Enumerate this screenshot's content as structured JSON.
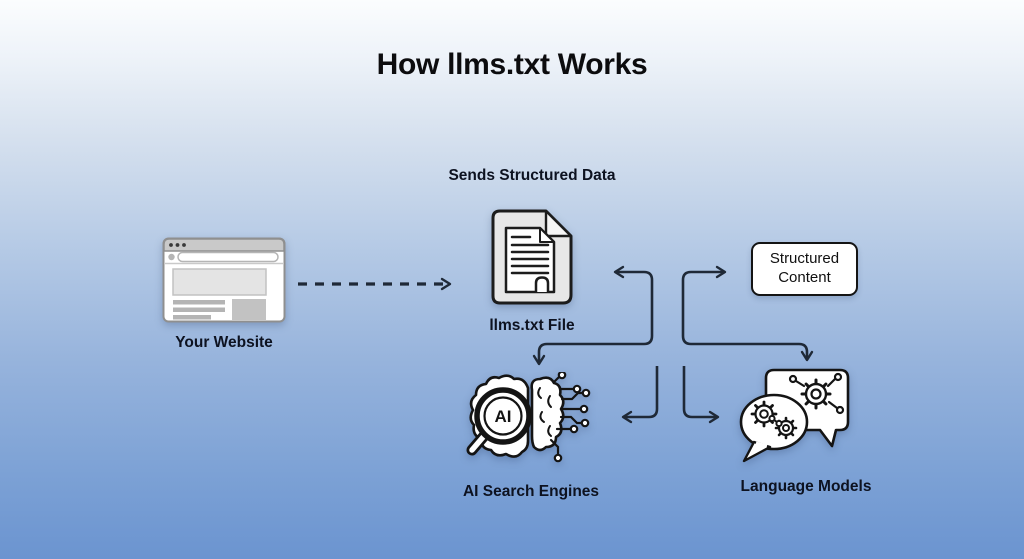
{
  "title": "How llms.txt Works",
  "flow": {
    "sends_caption": "Sends Structured Data",
    "website_label": "Your Website",
    "file_label": "llms.txt File",
    "structured_box_label": "Structured Content",
    "ai_search_label": "AI Search Engines",
    "ai_badge": "AI",
    "language_models_label": "Language Models"
  },
  "colors": {
    "background_top": "#fbfdfe",
    "background_bottom": "#6b94d0",
    "arrow": "#1f2937",
    "text": "#0d1220",
    "outline": "#141414",
    "box_background": "#ffffff",
    "icon_gray": "#c9c9c9"
  }
}
